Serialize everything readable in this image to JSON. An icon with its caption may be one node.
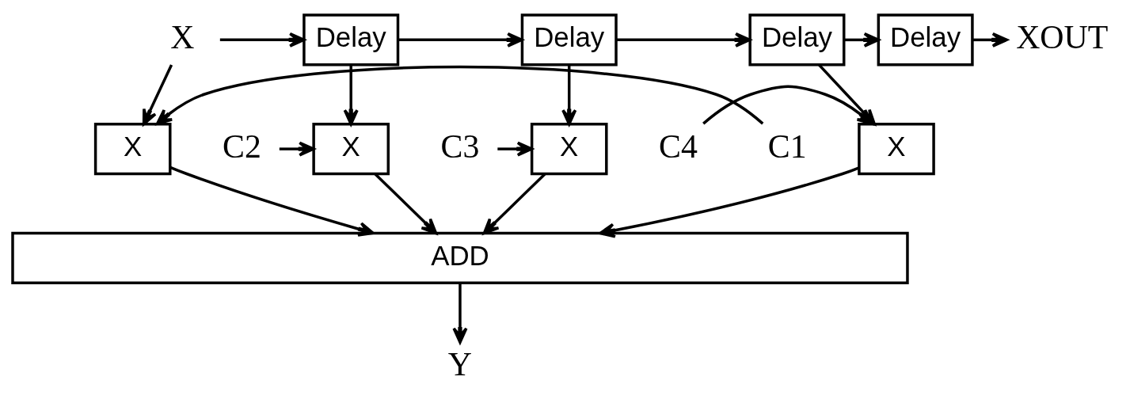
{
  "diagram": {
    "nodes": [
      {
        "text": [
          "X"
        ]
      },
      {
        "text": [
          "Delay"
        ]
      },
      {
        "text": [
          "Delay"
        ]
      },
      {
        "text": [
          "Delay"
        ]
      },
      {
        "text": [
          "Delay"
        ]
      },
      {
        "text": [
          "XOUT"
        ]
      },
      {
        "text": [
          "C1"
        ]
      },
      {
        "text": [
          "X"
        ]
      },
      {
        "text": [
          "C2"
        ]
      },
      {
        "text": [
          "X"
        ]
      },
      {
        "text": [
          "C3"
        ]
      },
      {
        "text": [
          "X"
        ]
      },
      {
        "text": [
          "C4"
        ]
      },
      {
        "text": [
          "X"
        ]
      },
      {
        "text": [
          "ADD"
        ]
      },
      {
        "text": [
          "Y"
        ]
      }
    ],
    "edges": [
      {
        "from": 0,
        "to": 1,
        "arrow": "to"
      },
      {
        "from": 0,
        "to": 7,
        "arrow": "to"
      },
      {
        "from": 1,
        "to": 2,
        "arrow": "to"
      },
      {
        "from": 1,
        "to": 9,
        "arrow": "to"
      },
      {
        "from": 2,
        "to": 3,
        "arrow": "to"
      },
      {
        "from": 2,
        "to": 11,
        "arrow": "to"
      },
      {
        "from": 3,
        "to": 4,
        "arrow": "to"
      },
      {
        "from": 3,
        "to": 13,
        "arrow": "to"
      },
      {
        "from": 4,
        "to": 5,
        "arrow": "to"
      },
      {
        "from": 6,
        "to": 7,
        "arrow": "to"
      },
      {
        "from": 8,
        "to": 9,
        "arrow": "to"
      },
      {
        "from": 10,
        "to": 11,
        "arrow": "to"
      },
      {
        "from": 12,
        "to": 13,
        "arrow": "to"
      },
      {
        "from": 7,
        "to": 14,
        "arrow": "to"
      },
      {
        "from": 9,
        "to": 14,
        "arrow": "to"
      },
      {
        "from": 11,
        "to": 14,
        "arrow": "to"
      },
      {
        "from": 13,
        "to": 14,
        "arrow": "to"
      },
      {
        "from": 14,
        "to": 15,
        "arrow": "to"
      }
    ]
  }
}
